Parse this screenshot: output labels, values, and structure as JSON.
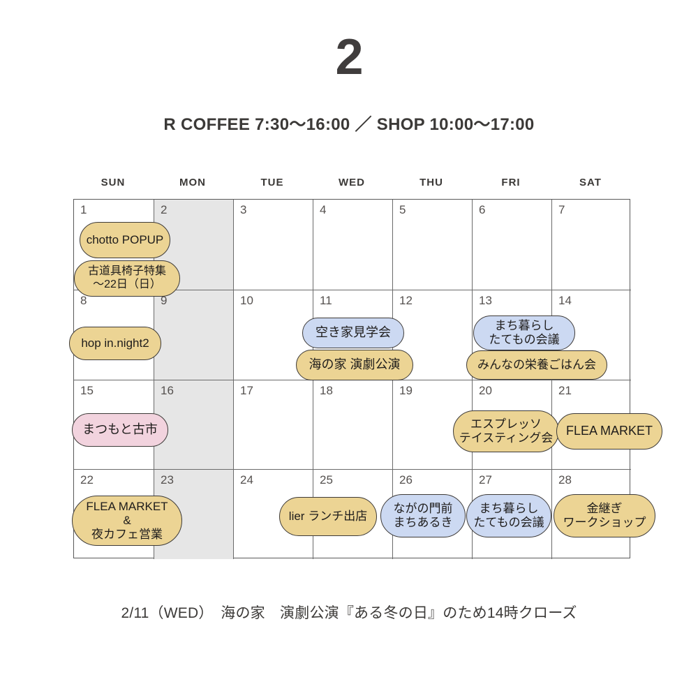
{
  "header": {
    "month_number": "2",
    "hours_line": "R COFFEE  7:30〜16:00 ／ SHOP 10:00〜17:00"
  },
  "calendar": {
    "weekdays": [
      "SUN",
      "MON",
      "TUE",
      "WED",
      "THU",
      "FRI",
      "SAT"
    ],
    "shaded_weekday": "MON",
    "weeks": [
      {
        "days": [
          "1",
          "2",
          "3",
          "4",
          "5",
          "6",
          "7"
        ]
      },
      {
        "days": [
          "8",
          "9",
          "10",
          "11",
          "12",
          "13",
          "14"
        ]
      },
      {
        "days": [
          "15",
          "16",
          "17",
          "18",
          "19",
          "20",
          "21"
        ]
      },
      {
        "days": [
          "22",
          "23",
          "24",
          "25",
          "26",
          "27",
          "28"
        ]
      }
    ],
    "events": [
      {
        "label": "chotto POPUP",
        "color": "yellow",
        "day": "1",
        "week": 0
      },
      {
        "label": "古道具椅子特集\n〜22日（日）",
        "color": "yellow",
        "day": "1",
        "week": 0
      },
      {
        "label": "hop in.night2",
        "color": "yellow",
        "day": "8",
        "week": 1
      },
      {
        "label": "空き家見学会",
        "color": "blue",
        "day": "11",
        "week": 1
      },
      {
        "label": "海の家 演劇公演",
        "color": "yellow",
        "day": "11",
        "week": 1
      },
      {
        "label": "まち暮らし\nたてもの会議",
        "color": "blue",
        "day": "13",
        "week": 1
      },
      {
        "label": "みんなの栄養ごはん会",
        "color": "yellow",
        "day": "13",
        "week": 1
      },
      {
        "label": "まつもと古市",
        "color": "pink",
        "day": "15",
        "week": 2
      },
      {
        "label": "エスプレッソ\nテイスティング会",
        "color": "yellow",
        "day": "20",
        "week": 2
      },
      {
        "label": "FLEA MARKET",
        "color": "yellow",
        "day": "21",
        "week": 2
      },
      {
        "label": "FLEA MARKET\n&\n夜カフェ営業",
        "color": "yellow",
        "day": "22",
        "week": 3
      },
      {
        "label": "lier ランチ出店",
        "color": "yellow",
        "day": "25",
        "week": 3
      },
      {
        "label": "ながの門前\nまちあるき",
        "color": "blue",
        "day": "26",
        "week": 3
      },
      {
        "label": "まち暮らし\nたてもの会議",
        "color": "blue",
        "day": "27",
        "week": 3
      },
      {
        "label": "金継ぎ\nワークショップ",
        "color": "yellow",
        "day": "28",
        "week": 3
      }
    ]
  },
  "footer": {
    "note": "2/11（WED）　海の家　演劇公演『ある冬の日』のため14時クローズ"
  },
  "colors": {
    "yellow": "#ecd494",
    "blue": "#ccd9f2",
    "pink": "#f2d3de",
    "grid_line": "#6a6a6a",
    "monday_shade": "#e6e6e6",
    "text": "#3b3937"
  }
}
